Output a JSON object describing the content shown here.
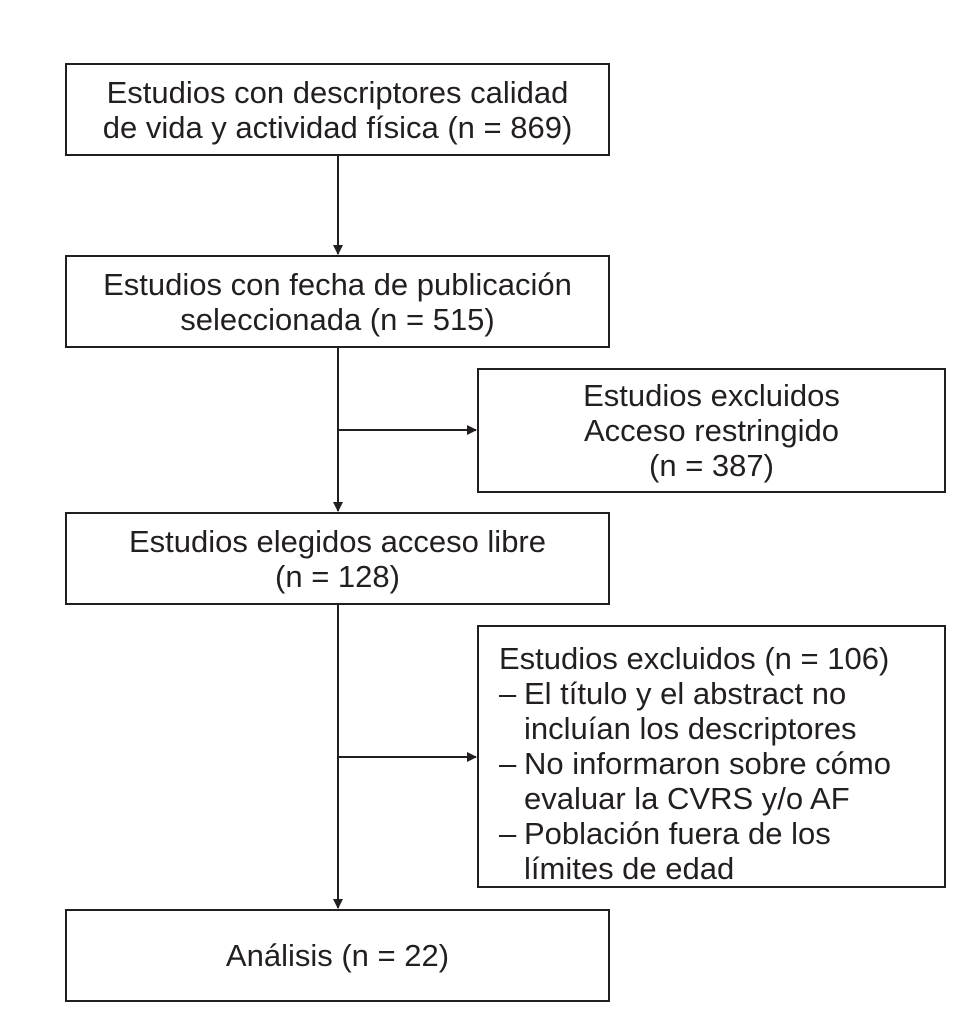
{
  "boxes": {
    "identified": {
      "lines": [
        "Estudios con descriptores calidad",
        "de vida y actividad física (n = 869)"
      ]
    },
    "date_selected": {
      "lines": [
        "Estudios con fecha de publicación",
        "seleccionada (n = 515)"
      ]
    },
    "excluded_restricted": {
      "lines": [
        "Estudios excluidos",
        "Acceso restringido",
        "(n = 387)"
      ]
    },
    "open_access": {
      "lines": [
        "Estudios elegidos acceso libre",
        "(n = 128)"
      ]
    },
    "excluded_criteria": {
      "heading": "Estudios excluidos (n = 106)",
      "items": [
        {
          "dash": "–",
          "lines": [
            "El título y el abstract no",
            "incluían los descriptores"
          ]
        },
        {
          "dash": "–",
          "lines": [
            "No informaron sobre cómo",
            "evaluar la CVRS y/o AF"
          ]
        },
        {
          "dash": "–",
          "lines": [
            "Población fuera de los",
            "límites de edad"
          ]
        }
      ]
    },
    "analysis": {
      "lines": [
        "Análisis (n = 22)"
      ]
    }
  },
  "colors": {
    "line": "#231f20",
    "background": "#ffffff"
  }
}
